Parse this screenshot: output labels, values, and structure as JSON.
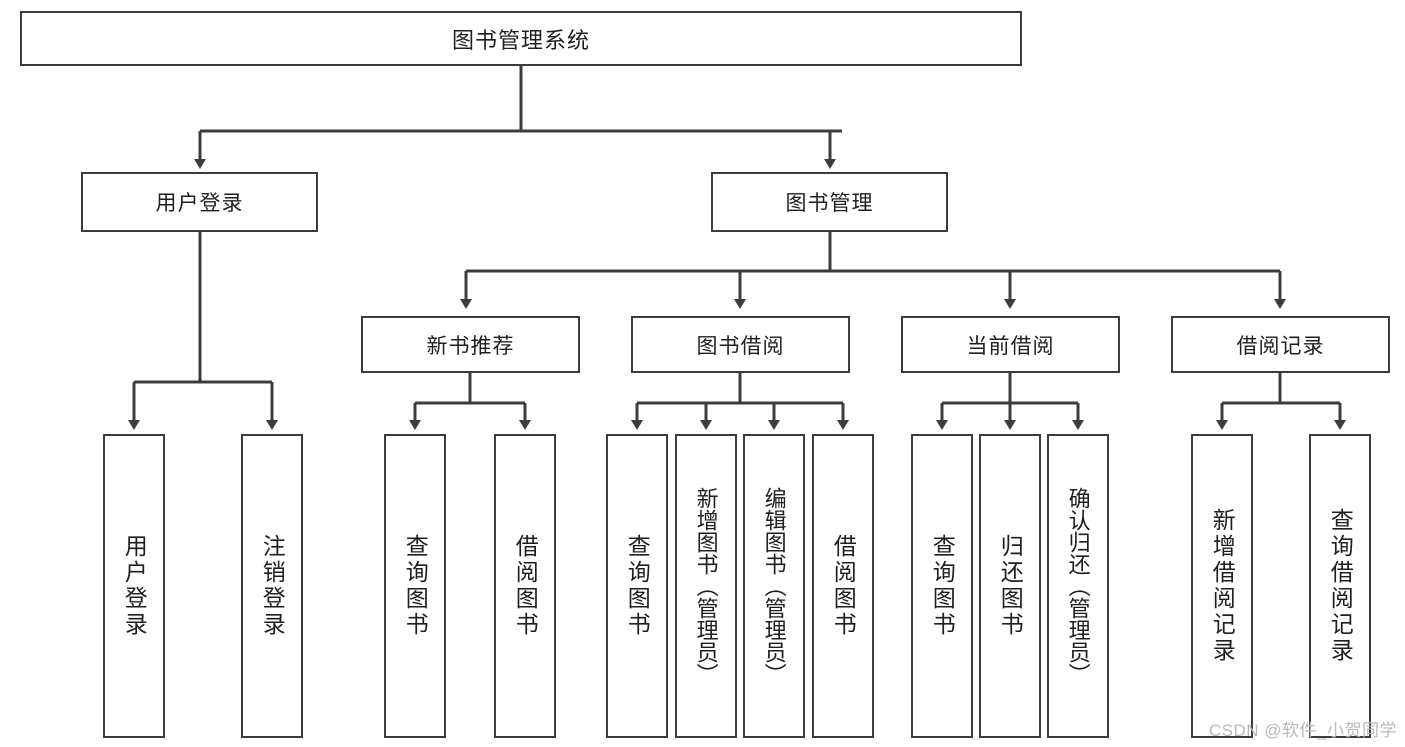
{
  "diagram": {
    "title": "图书管理系统",
    "type": "tree-hierarchy-chart",
    "root": {
      "label": "图书管理系统"
    },
    "level2": [
      {
        "label": "用户登录"
      },
      {
        "label": "图书管理"
      }
    ],
    "level3": [
      {
        "label": "新书推荐"
      },
      {
        "label": "图书借阅"
      },
      {
        "label": "当前借阅"
      },
      {
        "label": "借阅记录"
      }
    ],
    "leaves": [
      {
        "label": "用户登录"
      },
      {
        "label": "注销登录"
      },
      {
        "label": "查询图书"
      },
      {
        "label": "借阅图书"
      },
      {
        "label": "查询图书"
      },
      {
        "label": "新增图书（管理员）"
      },
      {
        "label": "编辑图书（管理员）"
      },
      {
        "label": "借阅图书"
      },
      {
        "label": "查询图书"
      },
      {
        "label": "归还图书"
      },
      {
        "label": "确认归还（管理员）"
      },
      {
        "label": "新增借阅记录"
      },
      {
        "label": "查询借阅记录"
      }
    ],
    "watermark": "CSDN @软件_小贺同学",
    "colors": {
      "border": "#3c3c3c",
      "text": "#1f1f1f",
      "background": "#ffffff",
      "watermark": "#b9b9b9"
    }
  }
}
